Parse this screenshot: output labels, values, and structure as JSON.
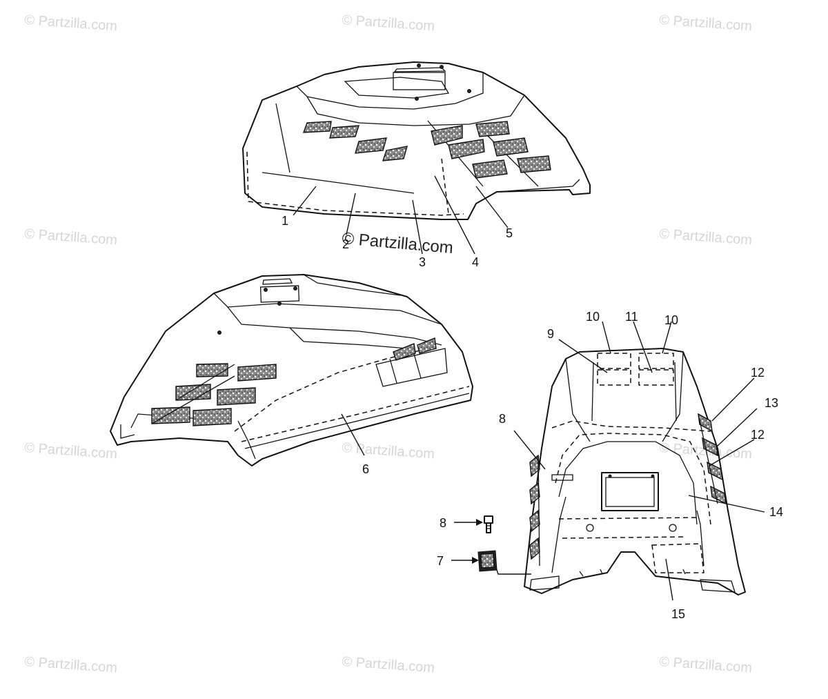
{
  "watermark_text": "© Partzilla.com",
  "center_watermark": "© Partzilla.com",
  "callouts": {
    "c1": "1",
    "c2": "2",
    "c3": "3",
    "c4": "4",
    "c5": "5",
    "c6": "6",
    "c7": "7",
    "c8a": "8",
    "c8b": "8",
    "c9": "9",
    "c10a": "10",
    "c10b": "10",
    "c11": "11",
    "c12a": "12",
    "c12b": "12",
    "c13": "13",
    "c14": "14",
    "c15": "15"
  }
}
